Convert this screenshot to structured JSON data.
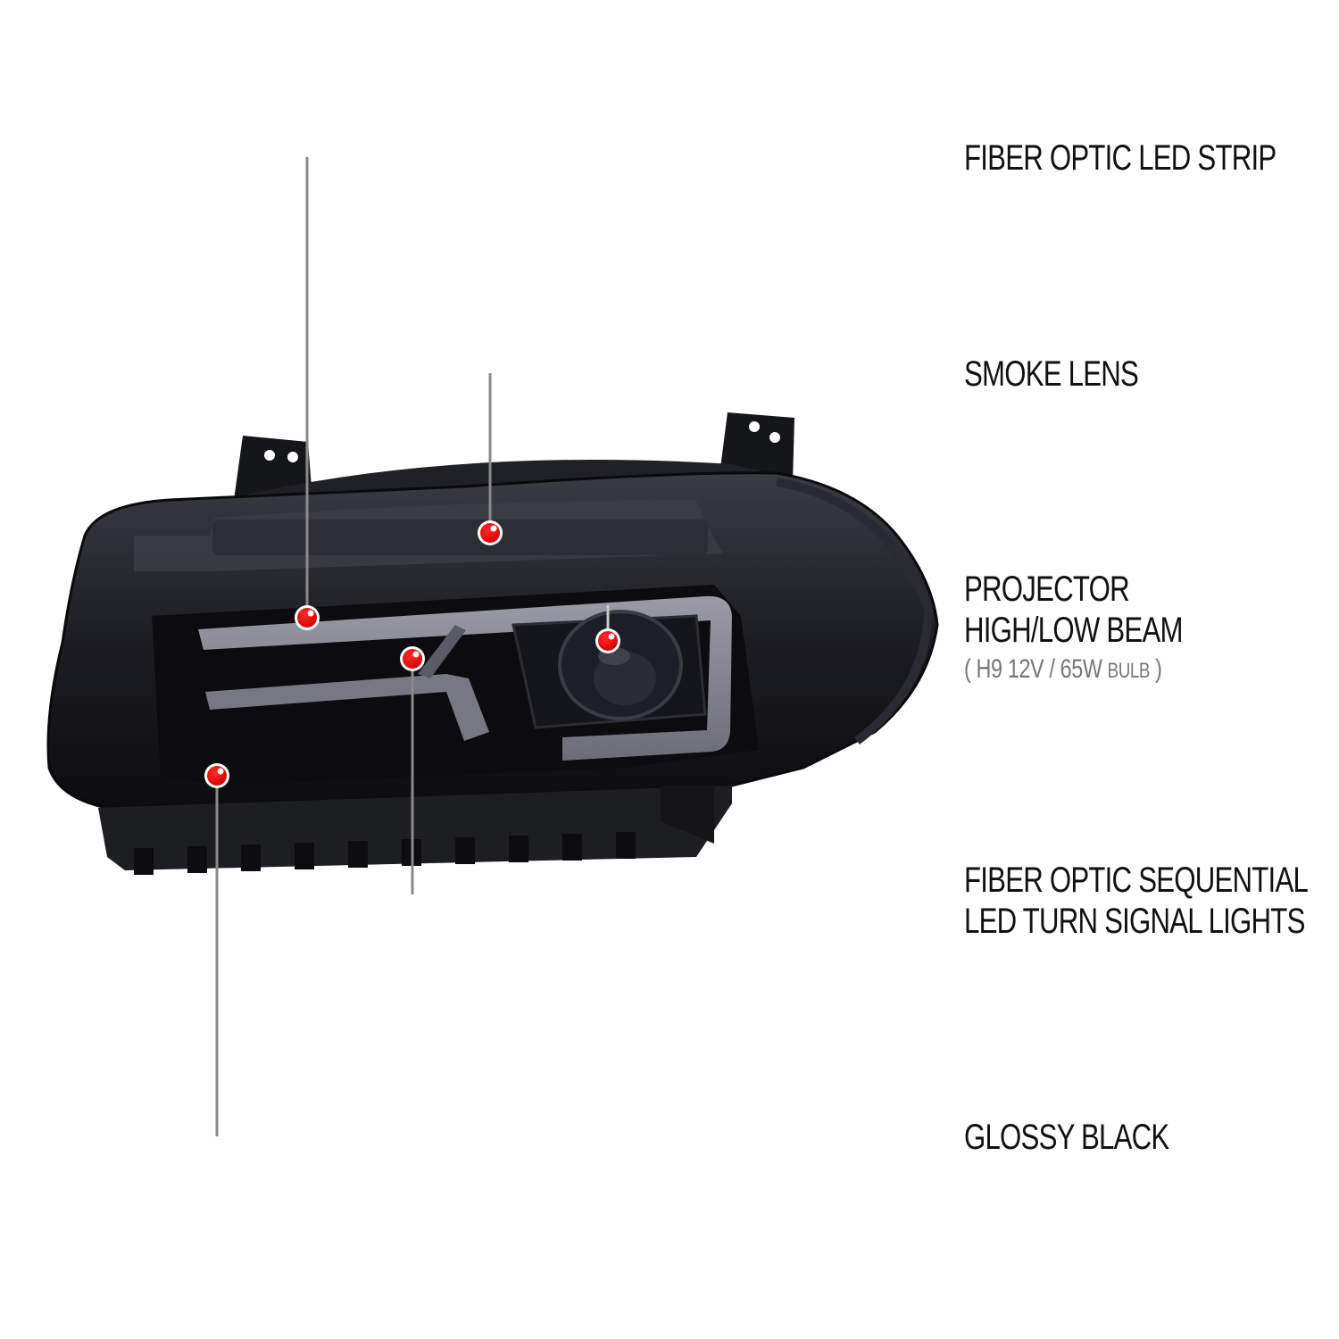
{
  "colors": {
    "background": "#ffffff",
    "leader_start": "#8a8a8a",
    "leader_end": "#c00000",
    "marker_fill": "#e00000",
    "marker_ring": "#ffffff",
    "label_text": "#111111",
    "sub_text": "#777777",
    "headlight_body": "#1a1b20"
  },
  "product": {
    "type": "headlight-assembly",
    "finish": "smoke/black"
  },
  "callouts": [
    {
      "id": "fiber-optic-led-strip",
      "lines": [
        "FIBER OPTIC LED STRIP"
      ],
      "marker": [
        344,
        692
      ]
    },
    {
      "id": "smoke-lens",
      "lines": [
        "SMOKE LENS"
      ],
      "marker": [
        549,
        597
      ]
    },
    {
      "id": "projector",
      "lines": [
        "PROJECTOR",
        "HIGH/LOW BEAM"
      ],
      "sub": {
        "open": "(",
        "spec": "H9  12V / 65W",
        "bulb": "BULB",
        "close": ")"
      },
      "marker": [
        681,
        718
      ]
    },
    {
      "id": "sequential-turn-signal",
      "lines": [
        "FIBER OPTIC SEQUENTIAL",
        "LED TURN SIGNAL LIGHTS"
      ],
      "marker": [
        462,
        738
      ]
    },
    {
      "id": "glossy-black",
      "lines": [
        "GLOSSY BLACK"
      ],
      "marker": [
        243,
        869
      ]
    }
  ]
}
